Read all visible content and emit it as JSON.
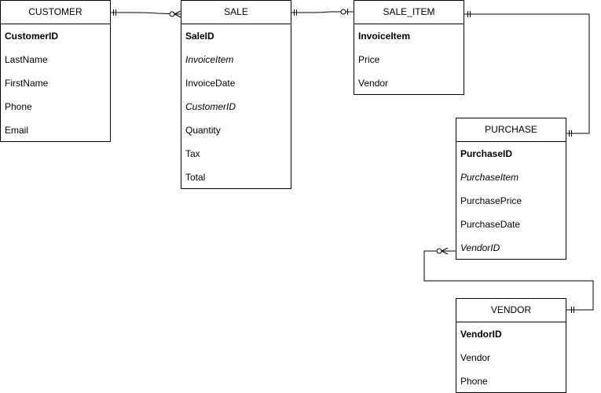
{
  "entities": {
    "customer": {
      "title": "CUSTOMER",
      "attributes": [
        {
          "label": "CustomerID",
          "kind": "pk"
        },
        {
          "label": "LastName",
          "kind": "normal"
        },
        {
          "label": "FirstName",
          "kind": "normal"
        },
        {
          "label": "Phone",
          "kind": "normal"
        },
        {
          "label": "Email",
          "kind": "normal"
        }
      ]
    },
    "sale": {
      "title": "SALE",
      "attributes": [
        {
          "label": "SaleID",
          "kind": "pk"
        },
        {
          "label": "InvoiceItem",
          "kind": "fk"
        },
        {
          "label": "InvoiceDate",
          "kind": "normal"
        },
        {
          "label": "CustomerID",
          "kind": "fk"
        },
        {
          "label": "Quantity",
          "kind": "normal"
        },
        {
          "label": "Tax",
          "kind": "normal"
        },
        {
          "label": "Total",
          "kind": "normal"
        }
      ]
    },
    "sale_item": {
      "title": "SALE_ITEM",
      "attributes": [
        {
          "label": "InvoiceItem",
          "kind": "pk"
        },
        {
          "label": "Price",
          "kind": "normal"
        },
        {
          "label": "Vendor",
          "kind": "normal"
        }
      ]
    },
    "purchase": {
      "title": "PURCHASE",
      "attributes": [
        {
          "label": "PurchaseID",
          "kind": "pk"
        },
        {
          "label": "PurchaseItem",
          "kind": "fk"
        },
        {
          "label": "PurchasePrice",
          "kind": "normal"
        },
        {
          "label": "PurchaseDate",
          "kind": "normal"
        },
        {
          "label": "VendorID",
          "kind": "fk"
        }
      ]
    },
    "vendor": {
      "title": "VENDOR",
      "attributes": [
        {
          "label": "VendorID",
          "kind": "pk"
        },
        {
          "label": "Vendor",
          "kind": "normal"
        },
        {
          "label": "Phone",
          "kind": "normal"
        }
      ]
    }
  },
  "relationships": [
    {
      "from": "customer",
      "from_cardinality": "one-and-only-one",
      "to": "sale",
      "to_cardinality": "zero-or-many"
    },
    {
      "from": "sale",
      "from_cardinality": "one-and-only-one",
      "to": "sale_item",
      "to_cardinality": "zero-or-one"
    },
    {
      "from": "sale_item",
      "from_cardinality": "one-and-only-one",
      "to": "purchase",
      "to_cardinality": "one-and-only-one"
    },
    {
      "from": "vendor",
      "from_cardinality": "one-and-only-one",
      "to": "purchase",
      "to_cardinality": "zero-or-many"
    }
  ],
  "colors": {
    "line": "#000000",
    "background": "#ffffff"
  }
}
